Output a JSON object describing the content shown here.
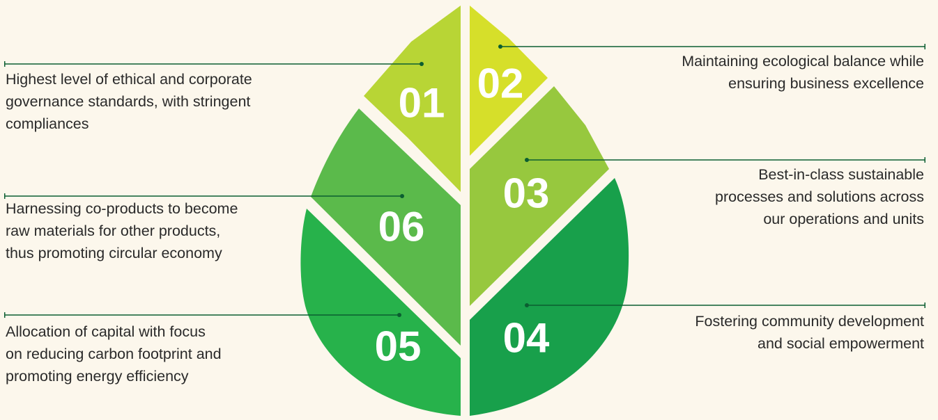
{
  "colors": {
    "background": "#fcf7ec",
    "connector": "#0b5e31",
    "seg01": "#b8d535",
    "seg02": "#d6df2a",
    "seg03": "#97c83e",
    "seg04": "#18a04b",
    "seg05": "#27b24b",
    "seg06": "#5bba4b"
  },
  "segments": [
    {
      "number": "01",
      "lines": [
        "Highest level of ethical and corporate",
        "governance standards, with stringent",
        "compliances"
      ]
    },
    {
      "number": "02",
      "lines": [
        "Maintaining ecological balance while",
        "ensuring business excellence"
      ]
    },
    {
      "number": "03",
      "lines": [
        "Best-in-class sustainable",
        "processes and solutions across",
        "our operations and units"
      ]
    },
    {
      "number": "04",
      "lines": [
        "Fostering community development",
        "and social empowerment"
      ]
    },
    {
      "number": "05",
      "lines": [
        "Allocation of capital with focus",
        "on reducing carbon footprint and",
        "promoting energy efficiency"
      ]
    },
    {
      "number": "06",
      "lines": [
        "Harnessing co-products to become",
        "raw materials for other products,",
        "thus promoting circular economy"
      ]
    }
  ]
}
